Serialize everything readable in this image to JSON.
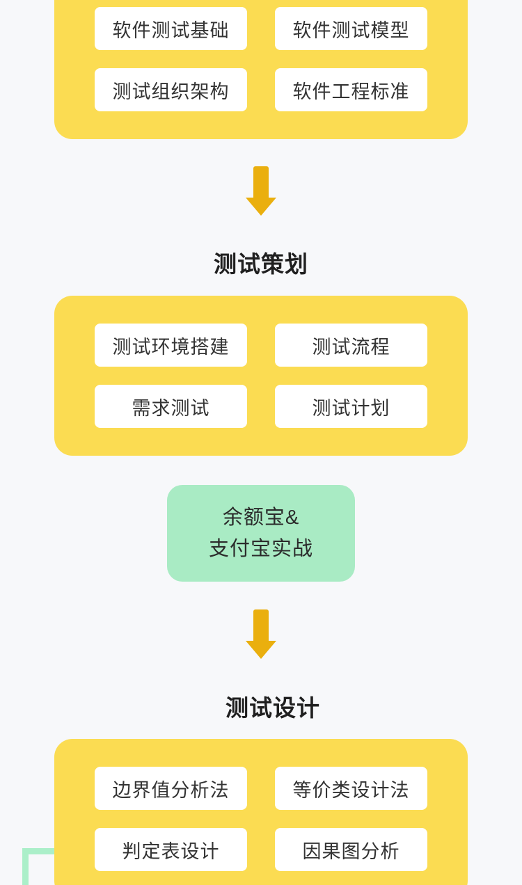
{
  "theme": {
    "bg": "#F7F8FA",
    "card-yellow": "#FBDC52",
    "arrow-gold": "#EAAF0E",
    "mint-green": "#A9EBC4",
    "branch-green": "#ABEFC9",
    "pill-white": "#FFFFFF",
    "pill-text": "#333333",
    "title-text": "#1F1F1F"
  },
  "sections": [
    {
      "id": "fundamentals",
      "items": [
        "软件测试基础",
        "软件测试模型",
        "测试组织架构",
        "软件工程标准"
      ]
    },
    {
      "id": "planning",
      "title": "测试策划",
      "items": [
        "测试环境搭建",
        "测试流程",
        "需求测试",
        "测试计划"
      ]
    },
    {
      "id": "design",
      "title": "测试设计",
      "items": [
        "边界值分析法",
        "等价类设计法",
        "判定表设计",
        "因果图分析"
      ]
    }
  ],
  "highlight": {
    "line1": "余额宝&",
    "line2": "支付宝实战"
  }
}
